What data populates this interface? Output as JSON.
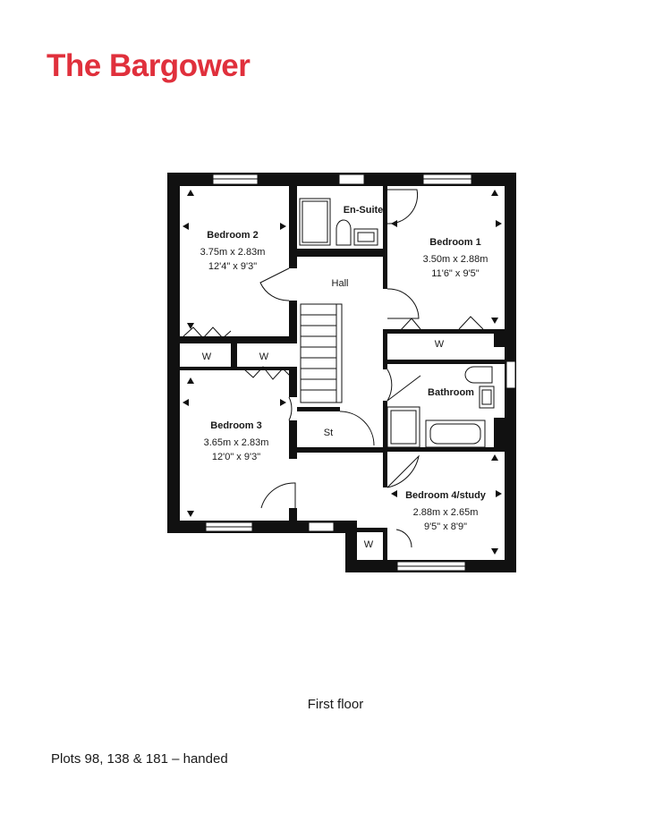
{
  "title": "The Bargower",
  "floor": "First floor",
  "plots": "Plots 98, 138 & 181 – handed",
  "rooms": {
    "bedroom2": {
      "name": "Bedroom 2",
      "metric": "3.75m x 2.83m",
      "imperial": "12'4\" x 9'3\""
    },
    "bedroom1": {
      "name": "Bedroom 1",
      "metric": "3.50m x 2.88m",
      "imperial": "11'6\" x 9'5\""
    },
    "bedroom3": {
      "name": "Bedroom 3",
      "metric": "3.65m x 2.83m",
      "imperial": "12'0\" x 9'3\""
    },
    "bedroom4": {
      "name": "Bedroom 4/study",
      "metric": "2.88m x 2.65m",
      "imperial": "9'5\" x 8'9\""
    },
    "ensuite": {
      "name": "En-Suite"
    },
    "hall": {
      "name": "Hall"
    },
    "bathroom": {
      "name": "Bathroom"
    },
    "store": {
      "name": "St"
    }
  },
  "wardrobe_label": "W",
  "colors": {
    "brand": "#e0303c",
    "wall": "#111111"
  }
}
